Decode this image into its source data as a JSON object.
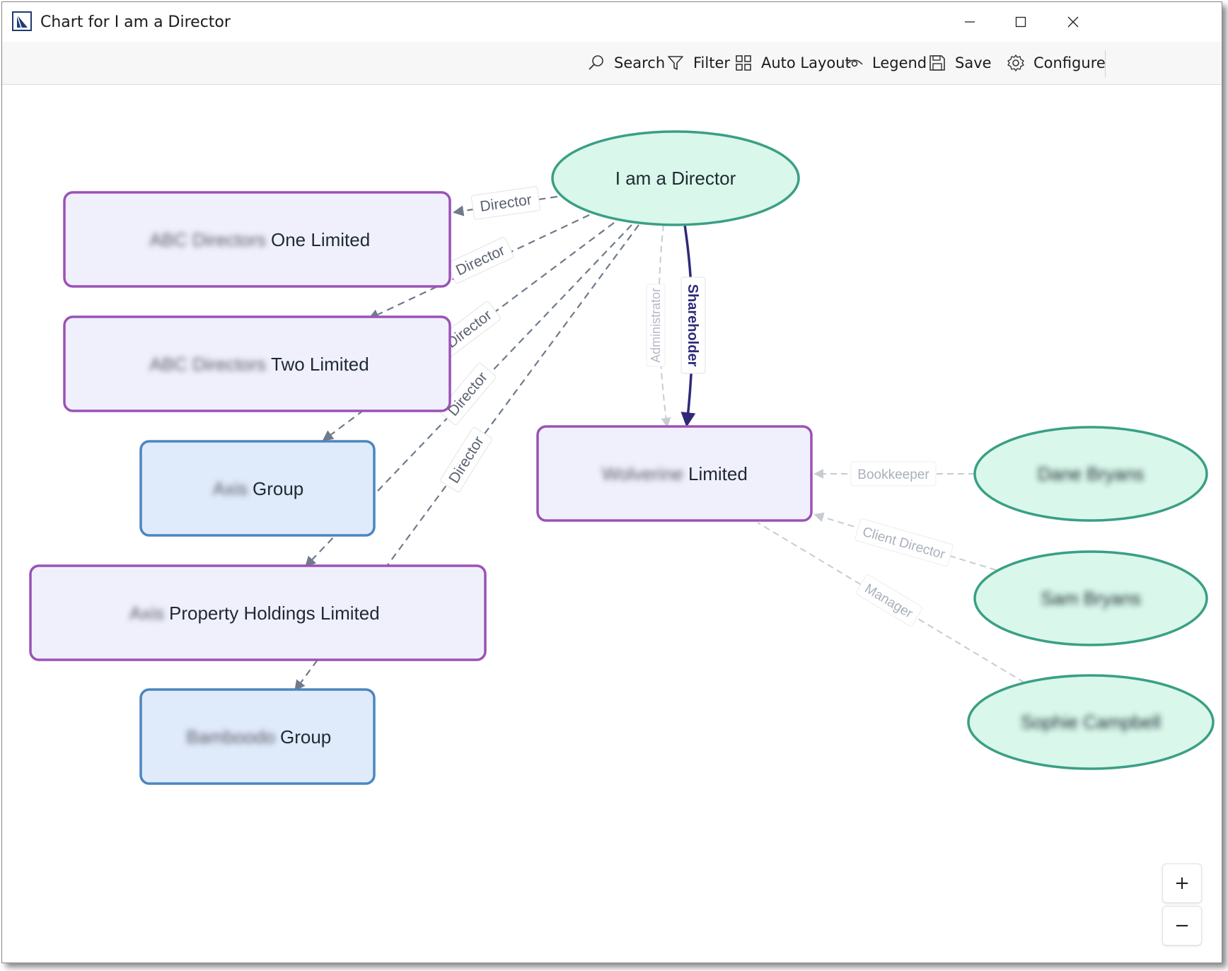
{
  "window": {
    "title": "Chart for I am a Director",
    "controls": [
      "minimize",
      "maximize",
      "close"
    ]
  },
  "toolbar": {
    "search": "Search",
    "filter": "Filter",
    "auto_layout": "Auto Layout",
    "legend": "Legend",
    "save": "Save",
    "configure": "Configure"
  },
  "colors": {
    "person_fill": "#d9f7ea",
    "person_stroke": "#3a9f85",
    "company_fill": "#f0f0fc",
    "company_stroke": "#9b52b5",
    "group_fill": "#dfeafa",
    "group_stroke": "#4a86c0",
    "edge_dashed": "#6f7a8c",
    "edge_faint": "#c7ccd3",
    "edge_shareholder": "#2e2a78"
  },
  "graph": {
    "center": {
      "label": "I am a Director"
    },
    "companies": [
      {
        "redacted": "ABC Directors",
        "label": "One Limited"
      },
      {
        "redacted": "ABC Directors",
        "label": "Two Limited"
      },
      {
        "redacted": "Axis",
        "label": "Group"
      },
      {
        "redacted": "Axis",
        "label": "Property Holdings Limited"
      },
      {
        "redacted": "Bamboodo",
        "label": "Group"
      },
      {
        "redacted": "Wolverine",
        "label": "Limited"
      }
    ],
    "people": [
      {
        "label": "Dane Bryans"
      },
      {
        "label": "Sam Bryans"
      },
      {
        "label": "Sophie Campbell"
      }
    ],
    "edge_labels": {
      "director": "Director",
      "administrator": "Administrator",
      "shareholder": "Shareholder",
      "bookkeeper": "Bookkeeper",
      "client_director": "Client Director",
      "manager": "Manager"
    }
  },
  "zoom": {
    "in": "+",
    "out": "−"
  }
}
